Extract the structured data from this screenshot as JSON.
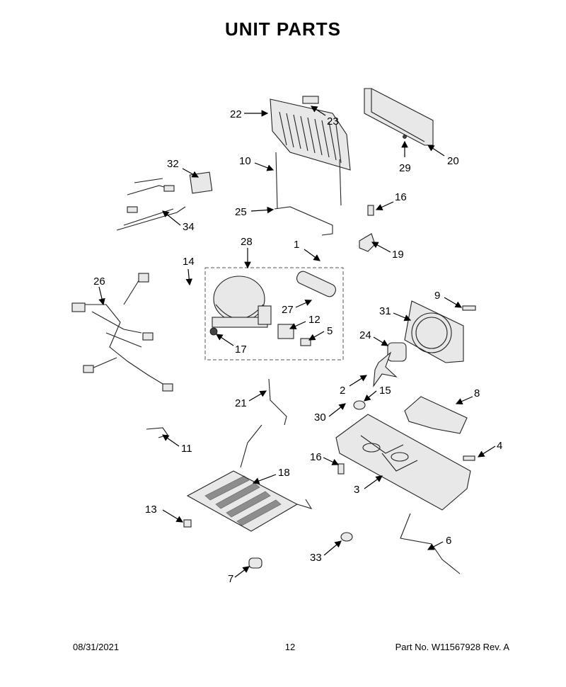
{
  "document": {
    "title": "UNIT PARTS",
    "footer": {
      "date": "08/31/2021",
      "page": "12",
      "part_number": "Part No.  W11567928  Rev.  A"
    }
  },
  "callouts": {
    "c1": "1",
    "c2": "2",
    "c3": "3",
    "c4": "4",
    "c5": "5",
    "c6": "6",
    "c7": "7",
    "c8": "8",
    "c9": "9",
    "c10": "10",
    "c11": "11",
    "c12": "12",
    "c13": "13",
    "c14": "14",
    "c15": "15",
    "c16a": "16",
    "c16b": "16",
    "c17": "17",
    "c18": "18",
    "c19": "19",
    "c20": "20",
    "c21": "21",
    "c22": "22",
    "c23": "23",
    "c24": "24",
    "c25": "25",
    "c26": "26",
    "c27": "27",
    "c28": "28",
    "c29": "29",
    "c30": "30",
    "c31": "31",
    "c32": "32",
    "c33": "33",
    "c34": "34"
  }
}
